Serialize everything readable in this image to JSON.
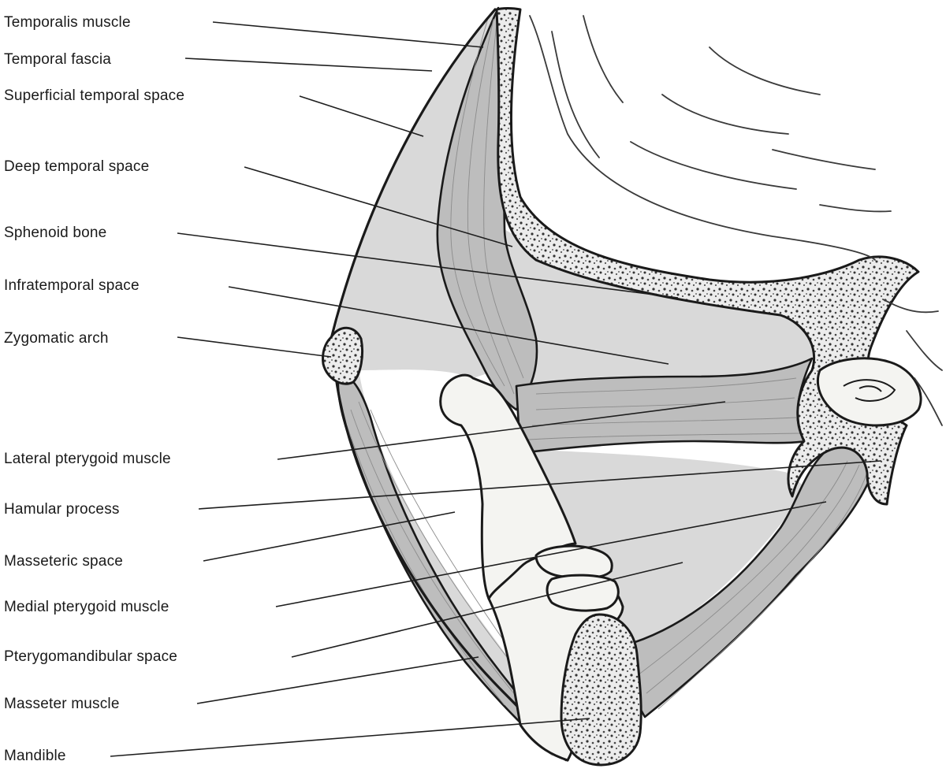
{
  "labels": [
    {
      "key": "temporalis",
      "text": "Temporalis muscle"
    },
    {
      "key": "temporal_fascia",
      "text": "Temporal fascia"
    },
    {
      "key": "superficial_temporal",
      "text": "Superficial temporal space"
    },
    {
      "key": "deep_temporal",
      "text": "Deep temporal space"
    },
    {
      "key": "sphenoid",
      "text": "Sphenoid bone"
    },
    {
      "key": "infratemporal",
      "text": "Infratemporal space"
    },
    {
      "key": "zygomatic",
      "text": "Zygomatic arch"
    },
    {
      "key": "lateral_pterygoid",
      "text": "Lateral pterygoid muscle"
    },
    {
      "key": "hamular",
      "text": "Hamular process"
    },
    {
      "key": "masseteric",
      "text": "Masseteric space"
    },
    {
      "key": "medial_pterygoid",
      "text": "Medial pterygoid muscle"
    },
    {
      "key": "pterygomandibular",
      "text": "Pterygomandibular space"
    },
    {
      "key": "masseter",
      "text": "Masseter muscle"
    },
    {
      "key": "mandible",
      "text": "Mandible"
    }
  ]
}
